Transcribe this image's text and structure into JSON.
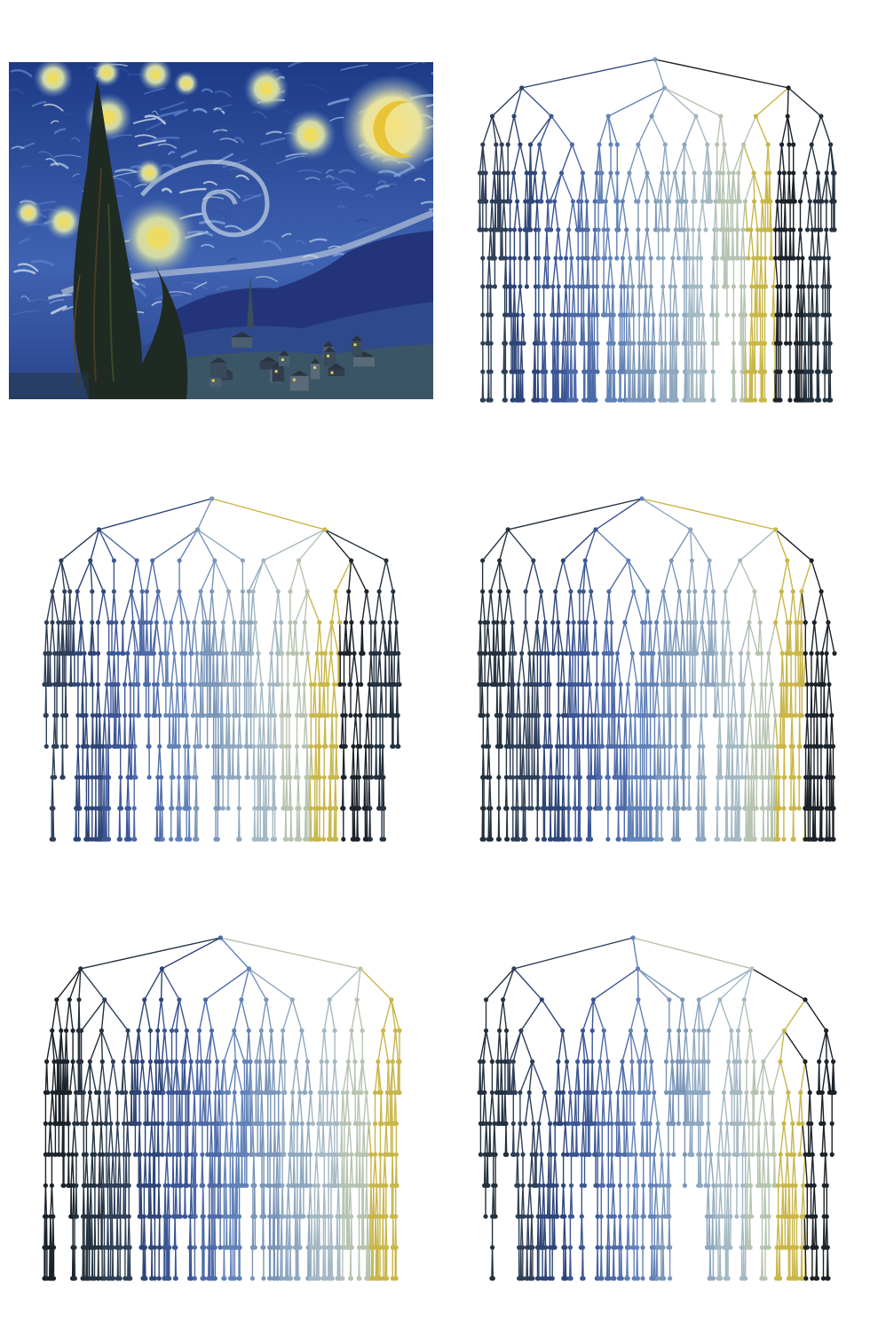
{
  "figure": {
    "painting": {
      "icon": "starry-night-painting",
      "colors": {
        "sky_dark": "#1d3a86",
        "sky_mid": "#3f63b2",
        "sky_light": "#8fb0d8",
        "star_yellow": "#e8d24a",
        "moon_glow": "#f2e9a6",
        "cypress": "#1f2a22",
        "hills": "#23347a",
        "village": "#3a4c5e"
      }
    },
    "tree_palette": [
      "#1b2229",
      "#23313e",
      "#2e3f58",
      "#2d4478",
      "#3b5694",
      "#4d6aa8",
      "#6182b8",
      "#7995b8",
      "#8ea7c0",
      "#a4b8c4",
      "#b6c3b0",
      "#c9b64a"
    ],
    "trees": [
      {
        "id": "tree-a",
        "seed": 11,
        "depth": 12,
        "bias": "deep-chain"
      },
      {
        "id": "tree-b",
        "seed": 23,
        "depth": 11,
        "bias": "balanced"
      },
      {
        "id": "tree-c",
        "seed": 37,
        "depth": 11,
        "bias": "balanced"
      },
      {
        "id": "tree-d",
        "seed": 51,
        "depth": 11,
        "bias": "balanced"
      },
      {
        "id": "tree-e",
        "seed": 67,
        "depth": 11,
        "bias": "balanced"
      }
    ]
  }
}
